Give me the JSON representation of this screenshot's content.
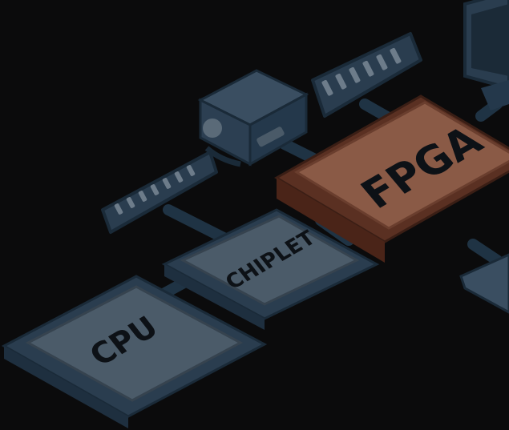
{
  "diagram": {
    "chips": {
      "cpu": {
        "label": "CPU",
        "color": "#3c4a57"
      },
      "chiplet": {
        "label": "CHIPLET",
        "color": "#3c4a57"
      },
      "fpga": {
        "label": "FPGA",
        "color": "#7a5040"
      }
    },
    "colors": {
      "background": "#0b0b0c",
      "board_blue": "#2a3d4f",
      "trace": "#1f3344",
      "fpga_orange": "#8a5a46"
    }
  }
}
